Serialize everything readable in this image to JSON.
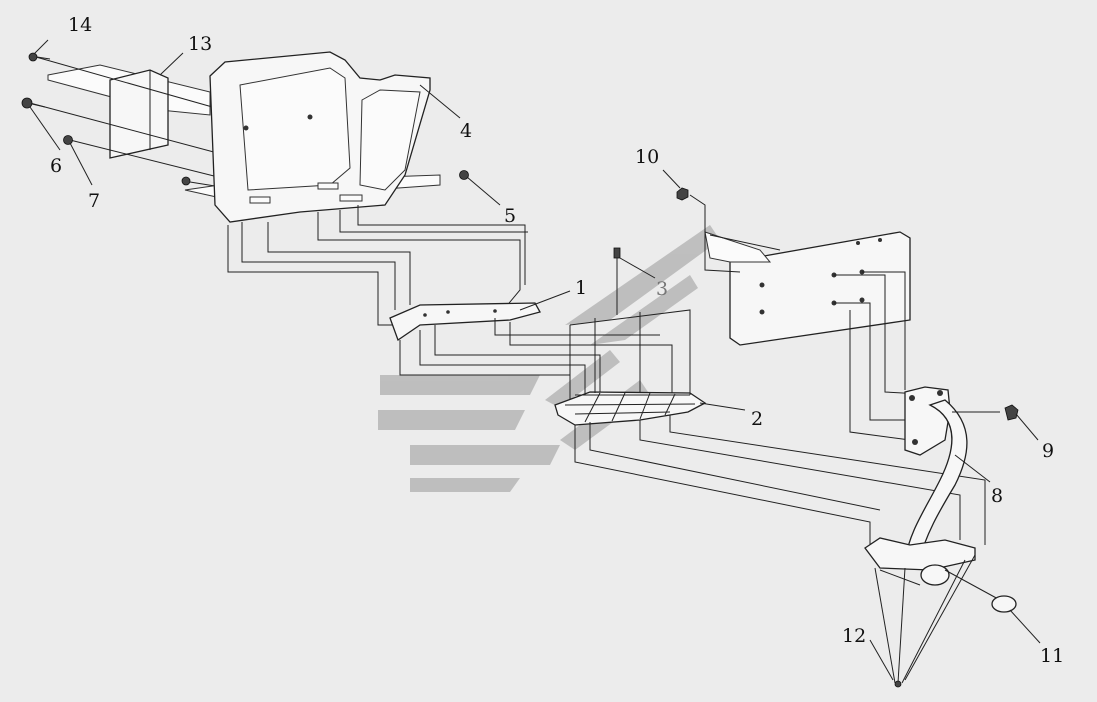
{
  "callouts": [
    {
      "id": "1",
      "text": "1"
    },
    {
      "id": "2",
      "text": "2"
    },
    {
      "id": "3",
      "text": "3"
    },
    {
      "id": "4",
      "text": "4"
    },
    {
      "id": "5",
      "text": "5"
    },
    {
      "id": "6",
      "text": "6"
    },
    {
      "id": "7",
      "text": "7"
    },
    {
      "id": "8",
      "text": "8"
    },
    {
      "id": "9",
      "text": "9"
    },
    {
      "id": "10",
      "text": "10"
    },
    {
      "id": "11",
      "text": "11"
    },
    {
      "id": "12",
      "text": "12"
    },
    {
      "id": "13",
      "text": "13"
    },
    {
      "id": "14",
      "text": "14"
    }
  ],
  "colors": {
    "background": "#ececec",
    "line": "#222222",
    "watermark": "#9a9a9a"
  }
}
